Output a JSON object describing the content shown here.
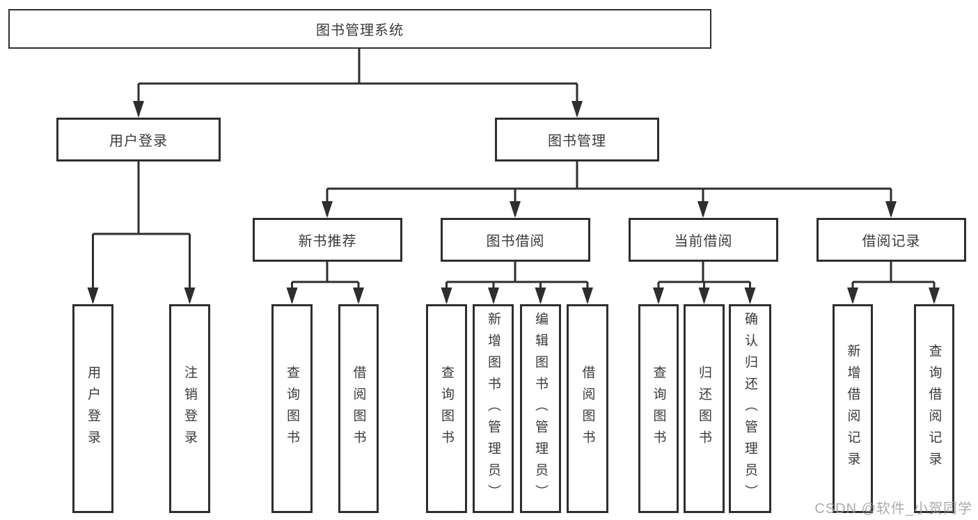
{
  "diagram_type": "functional-decomposition-tree",
  "colors": {
    "background": "#ffffff",
    "line": "#2e2e2e",
    "box_border": "#2e2e2e",
    "text": "#3a3a3a",
    "watermark": "#9e9e9e"
  },
  "tree": {
    "label": "图书管理系统",
    "children": [
      {
        "label": "用户登录",
        "children": [
          {
            "label": "用户登录"
          },
          {
            "label": "注销登录"
          }
        ]
      },
      {
        "label": "图书管理",
        "children": [
          {
            "label": "新书推荐",
            "children": [
              {
                "label": "查询图书"
              },
              {
                "label": "借阅图书"
              }
            ]
          },
          {
            "label": "图书借阅",
            "children": [
              {
                "label": "查询图书"
              },
              {
                "label": "新增图书（管理员）"
              },
              {
                "label": "编辑图书（管理员）"
              },
              {
                "label": "借阅图书"
              }
            ]
          },
          {
            "label": "当前借阅",
            "children": [
              {
                "label": "查询图书"
              },
              {
                "label": "归还图书"
              },
              {
                "label": "确认归还（管理员）"
              }
            ]
          },
          {
            "label": "借阅记录",
            "children": [
              {
                "label": "新增借阅记录"
              },
              {
                "label": "查询借阅记录"
              }
            ]
          }
        ]
      }
    ]
  },
  "watermark": "CSDN @软件_小贺同学"
}
